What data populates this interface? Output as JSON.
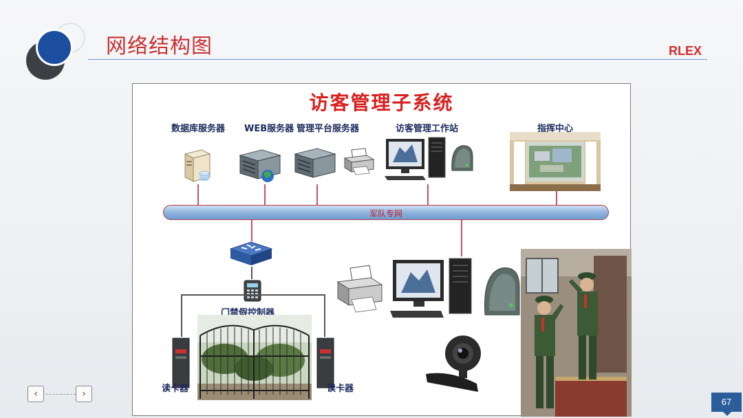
{
  "header": {
    "title": "网络结构图",
    "brand": "RLEX"
  },
  "diagram": {
    "title": "访客管理子系统",
    "labels": {
      "db_server": "数据库服务器",
      "web_server": "WEB服务器",
      "mgmt_server": "管理平台服务器",
      "visitor_workstation": "访客管理工作站",
      "command_center": "指挥中心",
      "network": "军队专网",
      "access_controller": "门禁假控制器",
      "card_reader_left": "读卡器",
      "card_reader_right": "读卡器"
    }
  },
  "footer": {
    "prev_icon": "‹",
    "next_icon": "›",
    "page_number": "67"
  },
  "colors": {
    "title_red": "#c83232",
    "accent_blue": "#1c4ea0",
    "bus_blue": "#8fb4dc"
  }
}
